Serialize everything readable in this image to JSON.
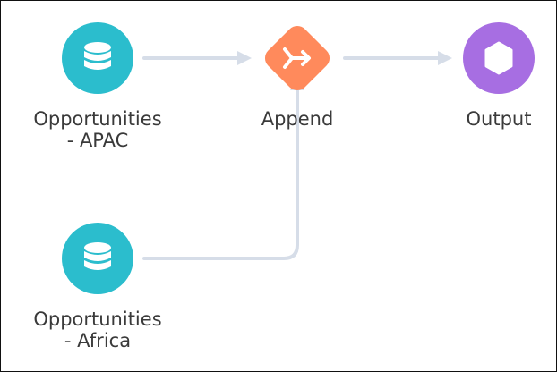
{
  "colors": {
    "edge": "#d6dde8",
    "dataset_node": "#2bbdcd",
    "append_node": "#ff8a5c",
    "output_node": "#a76ee2",
    "label_text": "#3a3a3a"
  },
  "nodes": {
    "apac": {
      "icon": "database-icon",
      "label_line1": "Opportunities",
      "label_line2": "- APAC"
    },
    "africa": {
      "icon": "database-icon",
      "label_line1": "Opportunities",
      "label_line2": "- Africa"
    },
    "append": {
      "icon": "merge-arrow-icon",
      "label": "Append"
    },
    "output": {
      "icon": "hexagon-icon",
      "label": "Output"
    }
  }
}
